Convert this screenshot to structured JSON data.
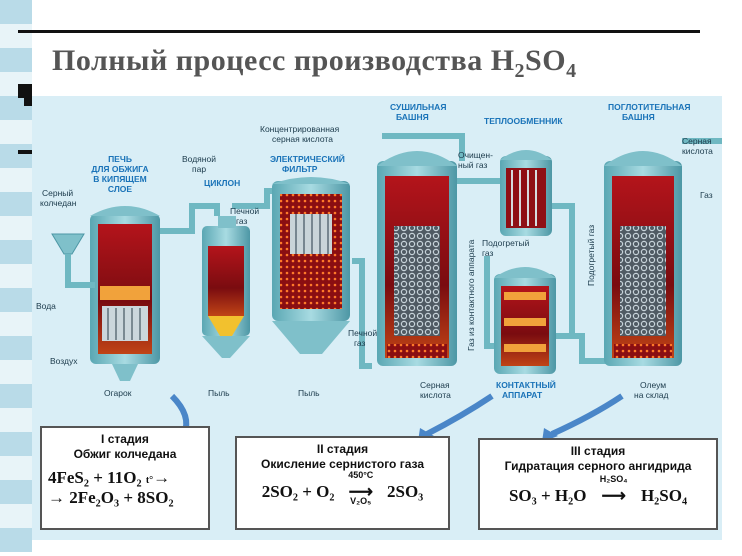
{
  "title": {
    "prefix": "Полный процесс производства H",
    "sub1": "2",
    "mid": "SO",
    "sub2": "4"
  },
  "labels": {
    "furnace": [
      "ПЕЧЬ",
      "ДЛЯ ОБЖИГА",
      "В КИПЯЩЕМ",
      "СЛОЕ"
    ],
    "pyrite": [
      "Серный",
      "колчедан"
    ],
    "steam": [
      "Водяной",
      "пар"
    ],
    "cyclone": "ЦИКЛОН",
    "furnace_gas": [
      "Печной",
      "газ"
    ],
    "filter": [
      "ЭЛЕКТРИЧЕСКИЙ",
      "ФИЛЬТР"
    ],
    "conc_acid": [
      "Концентрированная",
      "серная кислота"
    ],
    "dry_tower": [
      "СУШИЛЬНАЯ",
      "БАШНЯ"
    ],
    "heat_exchanger": "ТЕПЛООБМЕННИК",
    "absorb_tower": [
      "ПОГЛОТИТЕЛЬНАЯ",
      "БАШНЯ"
    ],
    "acid_in": [
      "Серная",
      "кислота"
    ],
    "gas_out": "Газ",
    "cleaned_gas": [
      "Очищен-",
      "ный газ"
    ],
    "heated_gas": [
      "Подогретый",
      "газ"
    ],
    "gas_from_apparatus": "Газ из контактного аппарата",
    "heated_gas_v": "Подогретый газ",
    "water": "Вода",
    "air": "Воздух",
    "cinder": "Огарок",
    "dust1": "Пыль",
    "dust2": "Пыль",
    "furnace_gas2": [
      "Печной",
      "газ"
    ],
    "acid_out": [
      "Серная",
      "кислота"
    ],
    "contact": [
      "КОНТАКТНЫЙ",
      "АППАРАТ"
    ],
    "oleum": [
      "Олеум",
      "на склад"
    ]
  },
  "stages": [
    {
      "title": "I стадия",
      "subtitle": "Обжиг колчедана",
      "eq1": "4FeS₂ + 11O₂",
      "cond": "t°",
      "eq2": "2Fe₂O₃ + 8SO₂"
    },
    {
      "title": "II стадия",
      "subtitle": "Окисление сернистого газа",
      "eq_left": "2SO₂ + O₂",
      "cond_top": "450°C",
      "cond_bottom": "V₂O₅",
      "eq_right": "2SO₃"
    },
    {
      "title": "III стадия",
      "subtitle": "Гидратация серного ангидрида",
      "eq_left": "SO₃ + H₂O",
      "cond_top": "H₂SO₄",
      "eq_right": "H₂SO₄"
    }
  ]
}
